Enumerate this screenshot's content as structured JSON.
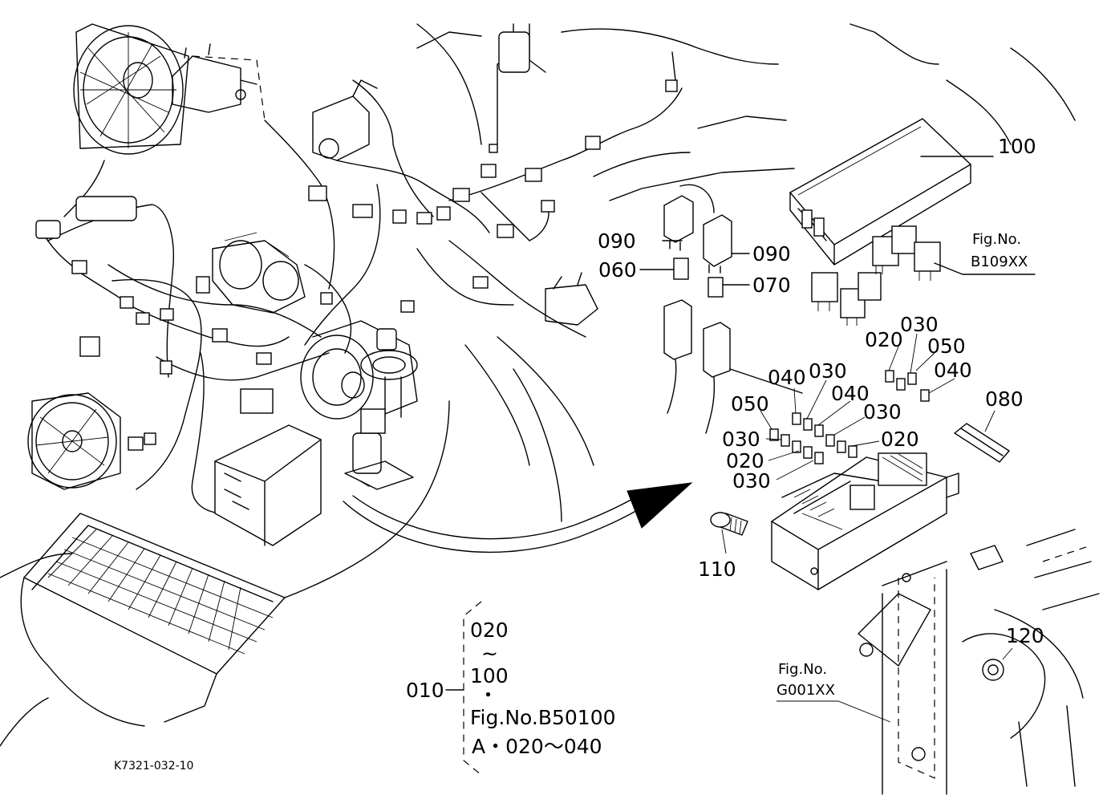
{
  "diagram": {
    "code": "K7321-032-10",
    "callouts": {
      "c100": "100",
      "c090a": "090",
      "c090b": "090",
      "c060": "060",
      "c070": "070",
      "c020a": "020",
      "c030a": "030",
      "c050a": "050",
      "c040a": "040",
      "c080": "080",
      "c040b": "040",
      "c030b": "030",
      "c040c": "040",
      "c050b": "050",
      "c030c": "030",
      "c030d": "030",
      "c020b": "020",
      "c020c": "020",
      "c030e": "030",
      "c110": "110",
      "c120": "120"
    },
    "fig_ref_top": {
      "label": "Fig.No.",
      "number": "B109XX"
    },
    "fig_ref_bottom": {
      "label": "Fig.No.",
      "number": "G001XX"
    },
    "legend": {
      "main": "010",
      "range_start": "020",
      "tilde": "~",
      "range_end": "100",
      "dot": "・",
      "fig_line": "Fig.No.B50100",
      "a_line": "A・020～040"
    }
  }
}
